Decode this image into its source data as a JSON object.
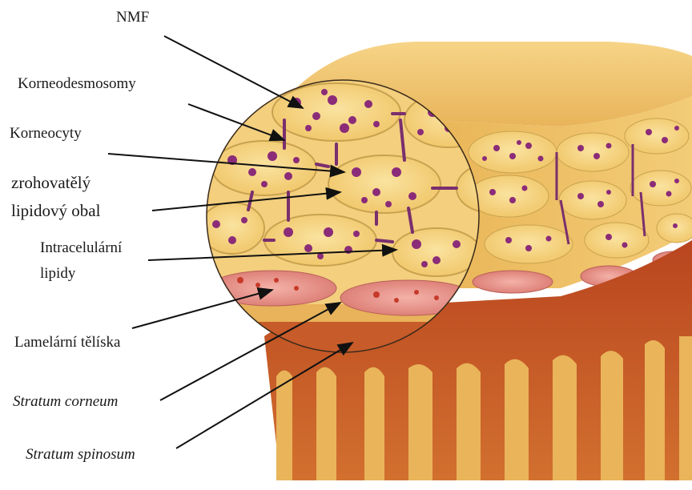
{
  "labels": {
    "nmf": "NMF",
    "korneodesmosomy": "Korneodesmosomy",
    "korneocyty": "Korneocyty",
    "obal_line1": "zrohovatělý",
    "obal_line2": "lipidový obal",
    "lipidy_line1": "Intracelulární",
    "lipidy_line2": "lipidy",
    "lamelarni": "Lamelární tělíska",
    "corneum": "Stratum corneum",
    "spinosum": "Stratum spinosum"
  },
  "colors": {
    "top_surface": "#f2c46d",
    "cell_fill": "#f7d98a",
    "cell_border": "#c9a24f",
    "granule": "#8b2c78",
    "desmosome": "#7a2f6e",
    "lamellar_body": "#e48e86",
    "tissue_dark": "#c75b2a",
    "tissue_light": "#e6b75c",
    "arrow": "#111111"
  }
}
